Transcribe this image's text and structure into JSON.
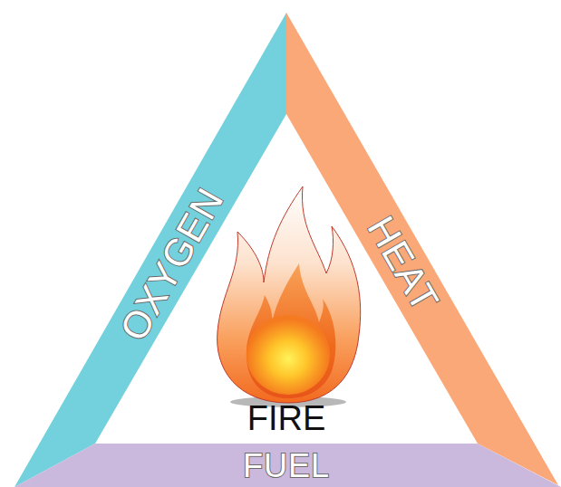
{
  "diagram": {
    "nodes": [
      {
        "text": [
          "OXYGEN"
        ]
      },
      {
        "text": [
          "HEAT"
        ]
      },
      {
        "text": [
          "FUEL"
        ]
      }
    ],
    "labels": [
      "FIRE"
    ]
  }
}
